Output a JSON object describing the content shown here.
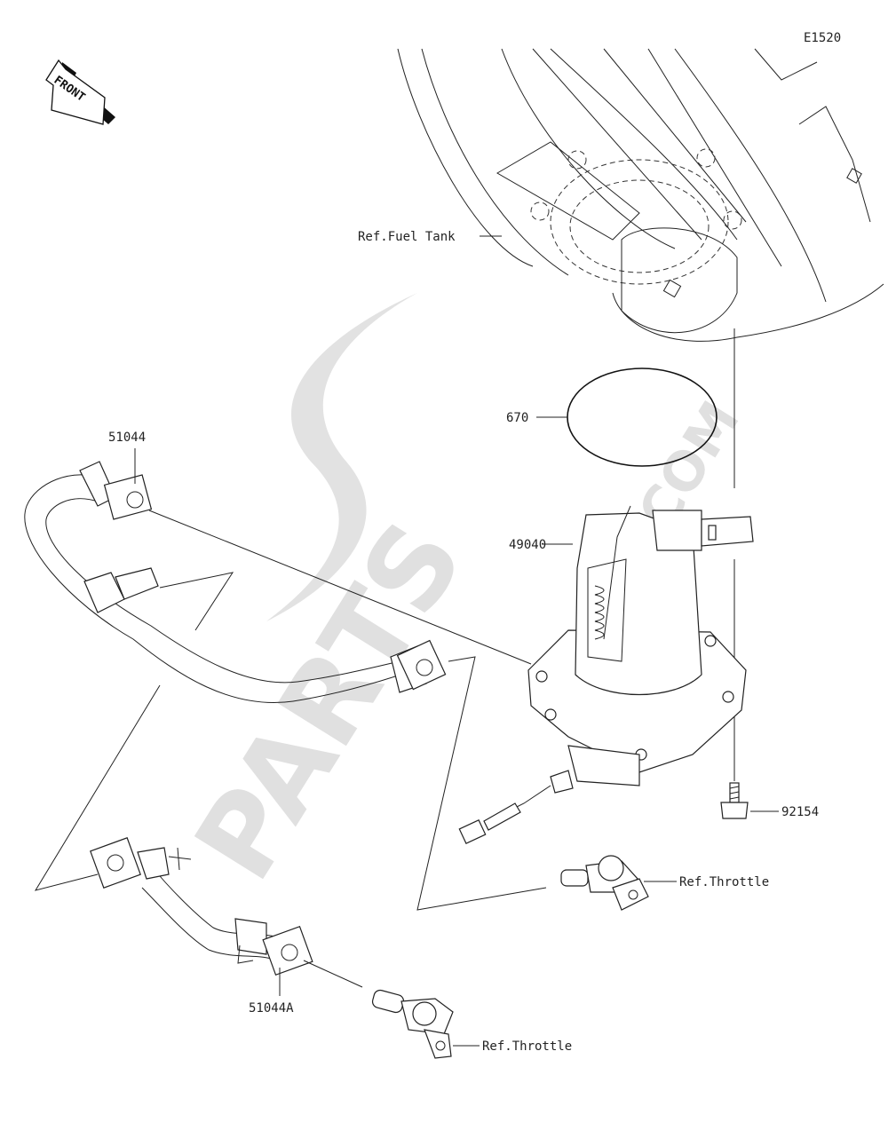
{
  "diagram": {
    "code": "E1520",
    "front_label": "FRONT",
    "watermark": {
      "main": "PARTS",
      "suffix": ".COM"
    },
    "callouts": [
      {
        "id": "ref-fuel-tank",
        "text": "Ref.Fuel Tank"
      },
      {
        "id": "670",
        "text": "670"
      },
      {
        "id": "51044",
        "text": "51044"
      },
      {
        "id": "49040",
        "text": "49040"
      },
      {
        "id": "92154",
        "text": "92154"
      },
      {
        "id": "ref-throttle-1",
        "text": "Ref.Throttle"
      },
      {
        "id": "51044A",
        "text": "51044A"
      },
      {
        "id": "ref-throttle-2",
        "text": "Ref.Throttle"
      }
    ]
  }
}
